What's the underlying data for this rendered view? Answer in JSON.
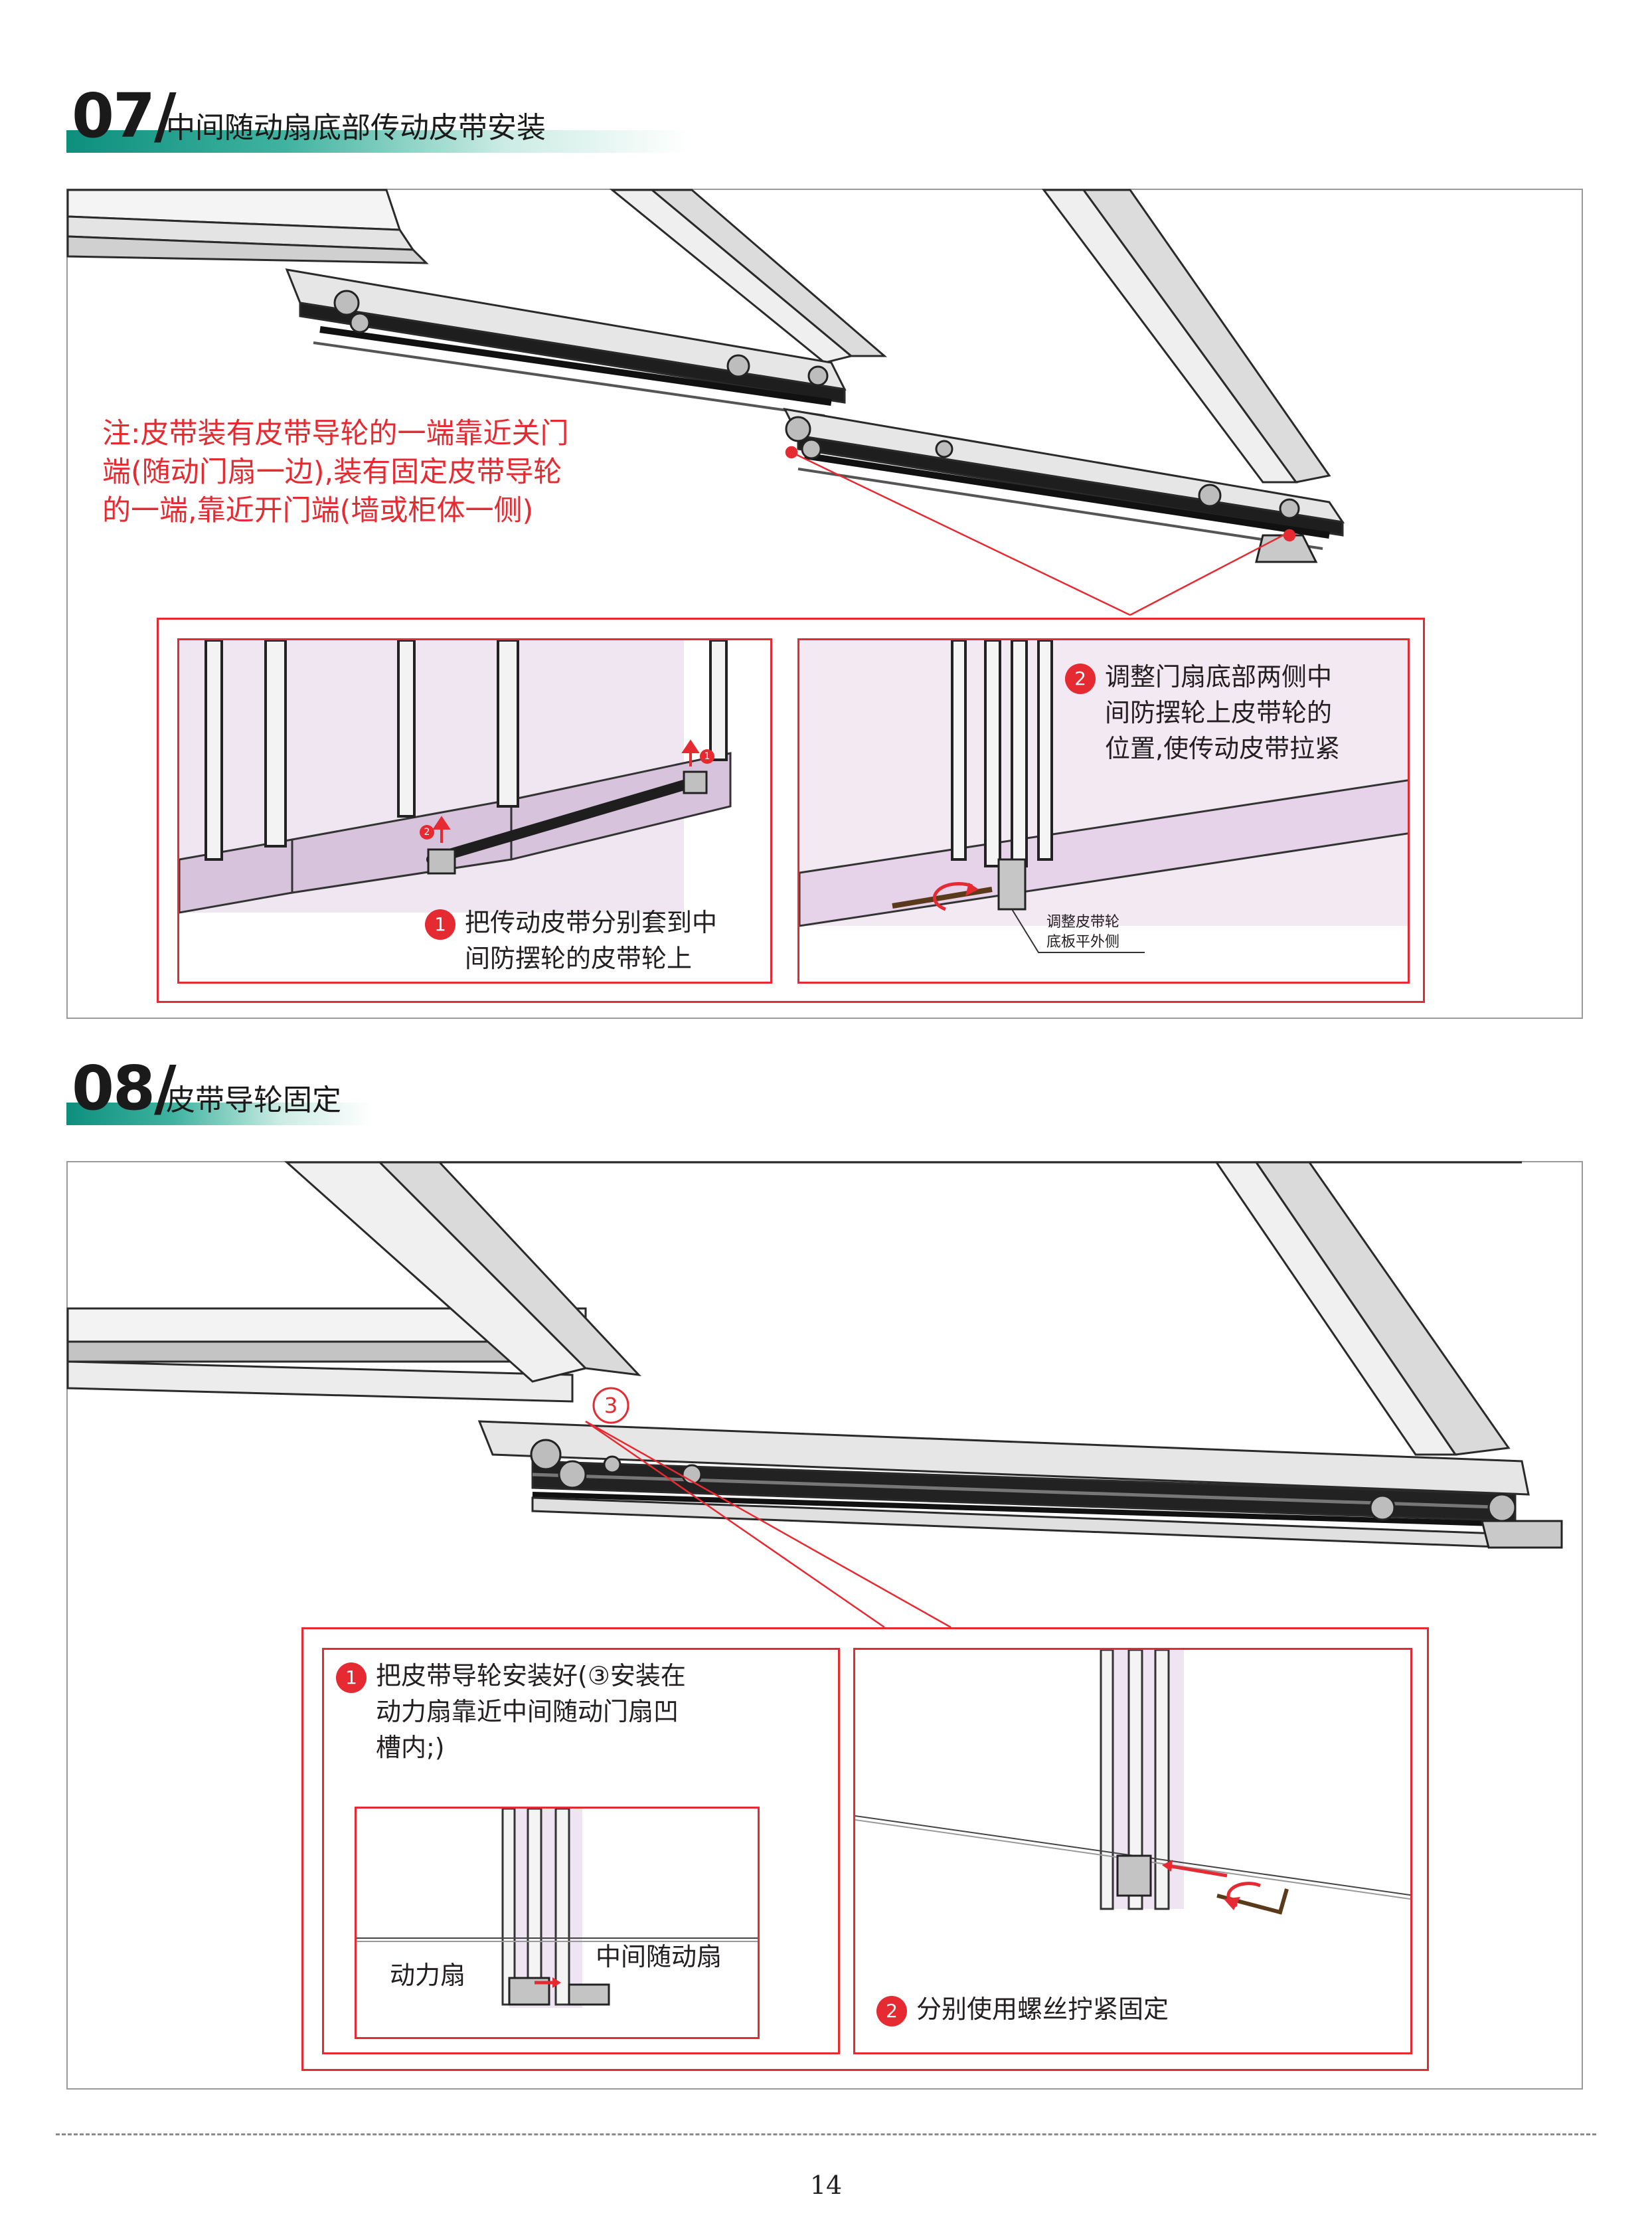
{
  "sections": [
    {
      "number": "07/",
      "title": "中间随动扇底部传动皮带安装",
      "note": "注:皮带装有皮带导轮的一端靠近关门端(随动门扇一边),装有固定皮带导轮的一端,靠近开门端(墙或柜体一侧)",
      "note_lines": [
        "注:皮带装有皮带导轮的一端靠近关门",
        "端(随动门扇一边),装有固定皮带导轮",
        "的一端,靠近开门端(墙或柜体一侧)"
      ],
      "steps": [
        {
          "badge": "1",
          "lines": [
            "把传动皮带分别套到中",
            "间防摆轮的皮带轮上"
          ]
        },
        {
          "badge": "2",
          "lines": [
            "调整门扇底部两侧中",
            "间防摆轮上皮带轮的",
            "位置,使传动皮带拉紧"
          ]
        }
      ],
      "callout_caption": [
        "调整皮带轮",
        "底板平外侧"
      ],
      "mini_badges": [
        "1",
        "2"
      ]
    },
    {
      "number": "08/",
      "title": "皮带导轮固定",
      "marker": "3",
      "steps": [
        {
          "badge": "1",
          "lines": [
            "把皮带导轮安装好(③安装在",
            "动力扇靠近中间随动门扇凹",
            "槽内;)"
          ]
        },
        {
          "badge": "2",
          "lines": [
            "分别使用螺丝拧紧固定"
          ]
        }
      ],
      "labels": {
        "left": "动力扇",
        "right": "中间随动扇"
      }
    }
  ],
  "page_number": "14",
  "colors": {
    "accent_red": "#e52a32",
    "header_green": "#0d8f7e",
    "frame_grey": "#9a9a9a",
    "panel_purple": "#e6d3ea"
  }
}
